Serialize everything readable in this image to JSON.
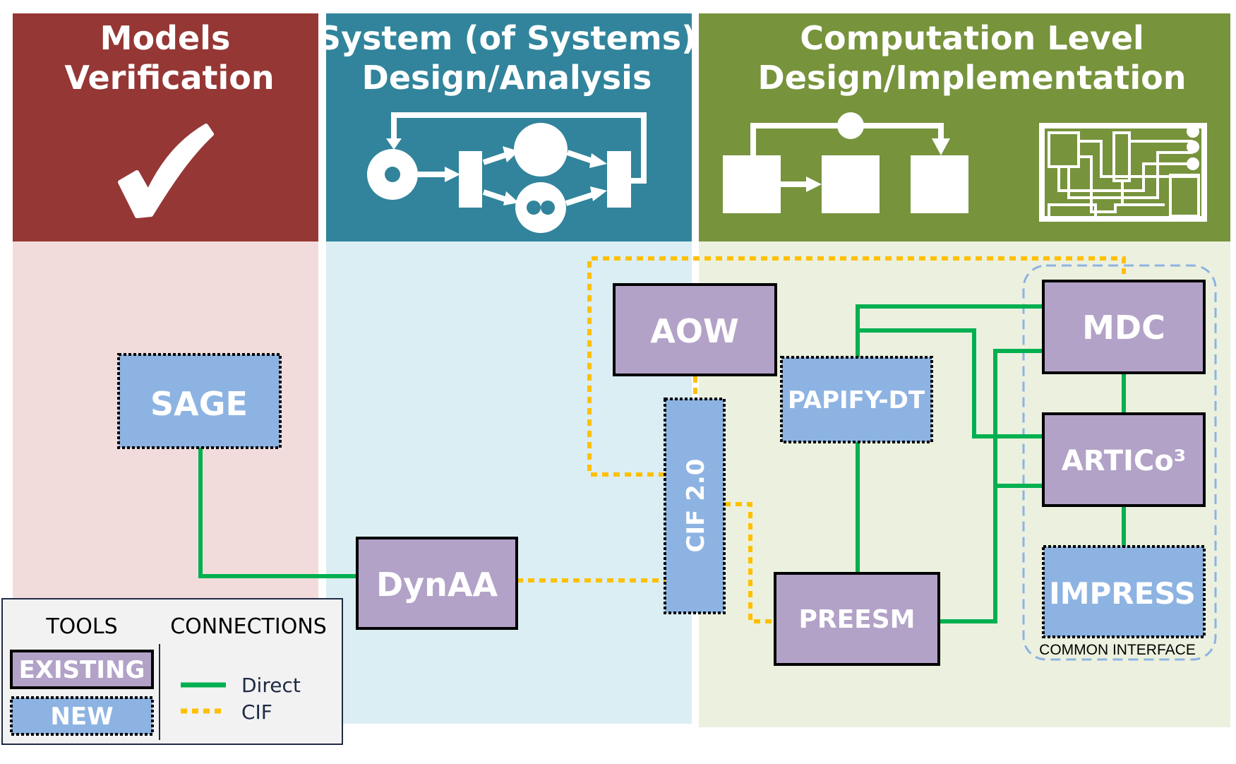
{
  "columns": {
    "models": {
      "title_line1": "Models",
      "title_line2": "Verification",
      "icon": "checkmark-icon"
    },
    "system": {
      "title_line1": "System (of Systems)",
      "title_line2": "Design/Analysis",
      "icon": "dataflow-graph-icon"
    },
    "computation": {
      "title_line1": "Computation Level",
      "title_line2": "Design/Implementation",
      "icon": "block-diagram-and-circuit-board-icon"
    }
  },
  "tools": {
    "sage": "SAGE",
    "dynaa": "DynAA",
    "aow": "AOW",
    "cif": "CIF 2.0",
    "papify": "PAPIFY-DT",
    "preesm": "PREESM",
    "mdc": "MDC",
    "artico": "ARTICo³",
    "impress": "IMPRESS"
  },
  "common_interface_label": "COMMON INTERFACE",
  "legend": {
    "tools_header": "TOOLS",
    "connections_header": "CONNECTIONS",
    "existing": "EXISTING",
    "new": "NEW",
    "direct": "Direct",
    "cif": "CIF"
  },
  "colors": {
    "models_header": "#953735",
    "models_body": "#f2dcdb",
    "system_header": "#31849b",
    "system_body": "#dbeef4",
    "computation_header": "#77933c",
    "computation_body": "#ebf1de",
    "existing_fill": "#b2a2c7",
    "new_fill": "#8db3e2",
    "direct_line": "#00b050",
    "cif_line": "#ffc000",
    "legend_bg": "#f2f2f2",
    "legend_text": "#1f2a44",
    "common_interface_border": "#8db3e2"
  }
}
